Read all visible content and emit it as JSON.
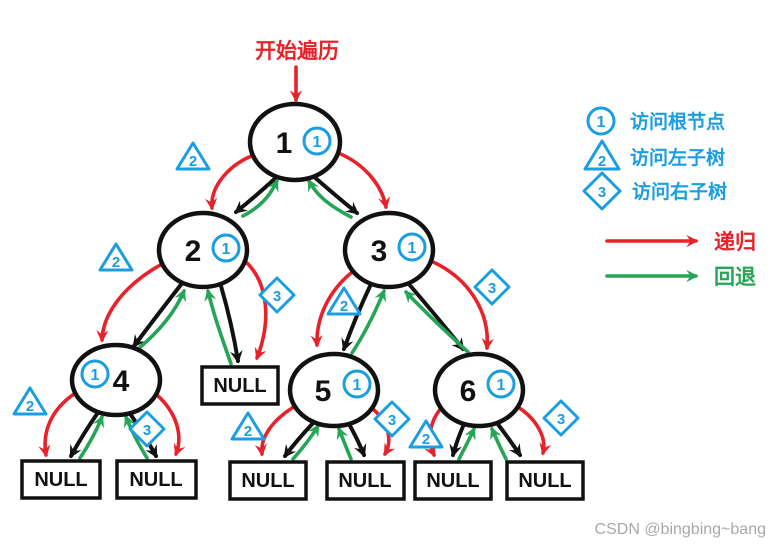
{
  "title": "开始遍历",
  "nodes": [
    {
      "label": "1",
      "badge": "1"
    },
    {
      "label": "2",
      "badge": "1"
    },
    {
      "label": "3",
      "badge": "1"
    },
    {
      "label": "4",
      "badge": "1"
    },
    {
      "label": "5",
      "badge": "1"
    },
    {
      "label": "6",
      "badge": "1"
    }
  ],
  "null_label": "NULL",
  "step_markers": {
    "triangle_num": "2",
    "diamond_num": "3"
  },
  "legend": {
    "items": [
      {
        "shape": "circle",
        "num": "1",
        "label": "访问根节点"
      },
      {
        "shape": "triangle",
        "num": "2",
        "label": "访问左子树"
      },
      {
        "shape": "diamond",
        "num": "3",
        "label": "访问右子树"
      }
    ],
    "recursion_label": "递归",
    "backtrack_label": "回退"
  },
  "colors": {
    "red": "#e8222a",
    "green": "#27a556",
    "blue": "#1b9de2",
    "black": "#111111"
  },
  "watermark": "CSDN @bingbing~bang"
}
